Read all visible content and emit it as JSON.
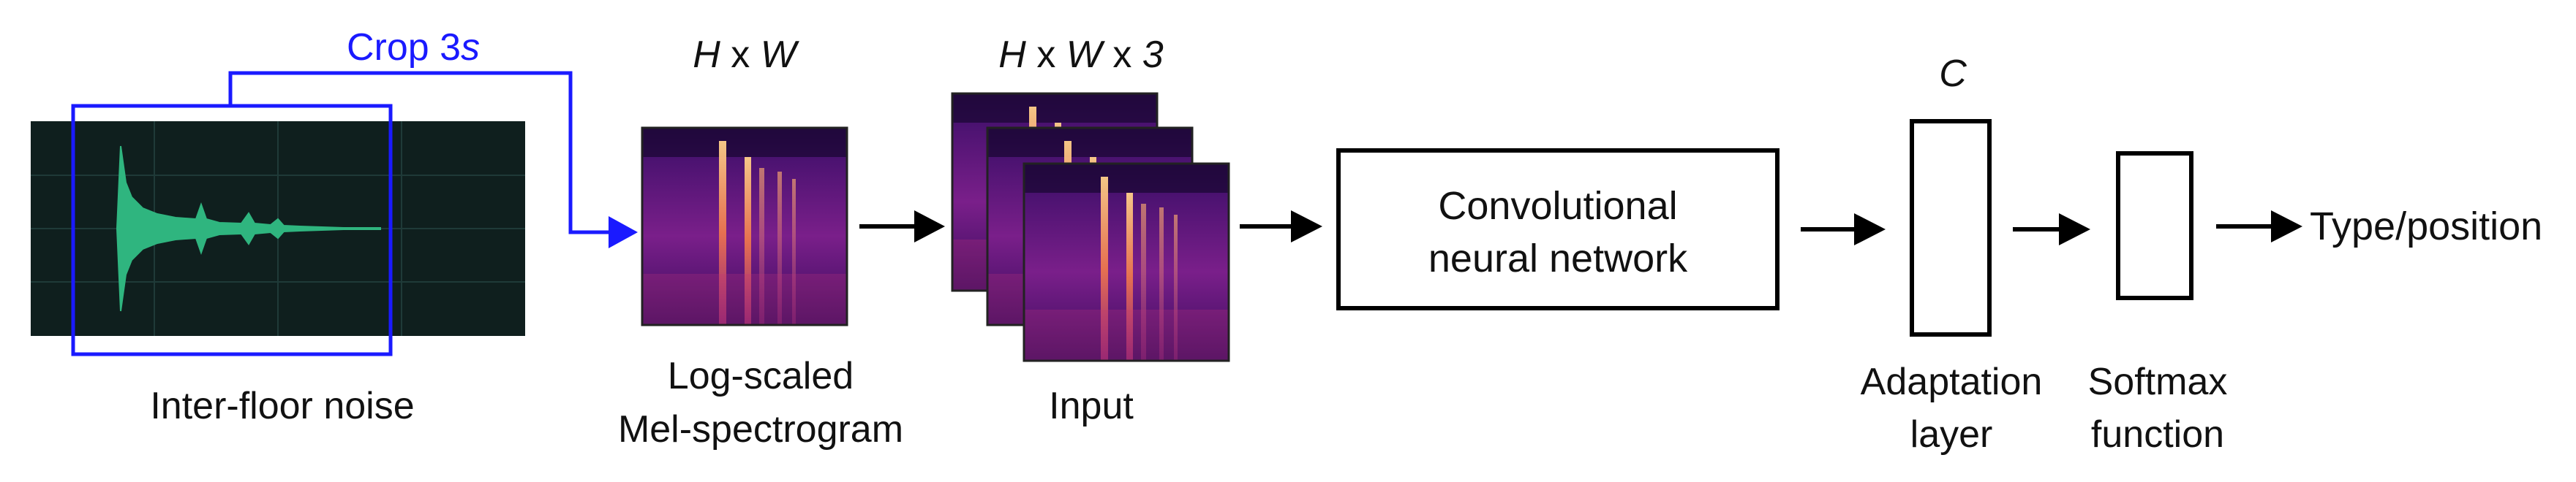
{
  "waveform": {
    "caption": "Inter-floor noise",
    "crop_label": "Crop 3",
    "crop_unit": "s"
  },
  "spectrogram": {
    "dim_h": "H",
    "dim_x": "x",
    "dim_w": "W",
    "caption_line1": "Log-scaled",
    "caption_line2": "Mel-spectrogram"
  },
  "input": {
    "dim_h": "H",
    "dim_x1": "x",
    "dim_w": "W",
    "dim_x2": "x",
    "dim_3": "3",
    "caption": "Input"
  },
  "cnn": {
    "line1": "Convolutional",
    "line2": "neural network"
  },
  "adaptation": {
    "dim": "C",
    "caption_line1": "Adaptation",
    "caption_line2": "layer"
  },
  "softmax": {
    "caption_line1": "Softmax",
    "caption_line2": "function"
  },
  "output": {
    "label": "Type/position"
  },
  "colors": {
    "crop_blue": "#1a1aff",
    "wave_green": "#2fb57f",
    "wave_bg": "#0f1f1e",
    "spec_dark": "#3a0c5a",
    "spec_bright": "#f7a35c"
  }
}
